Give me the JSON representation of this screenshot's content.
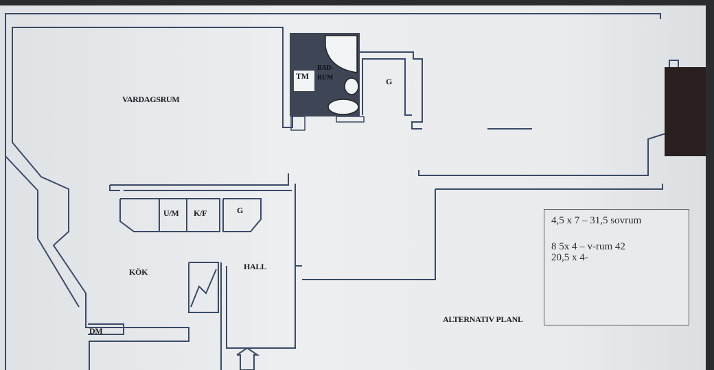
{
  "rooms": {
    "living_room": "VARDAGSRUM",
    "laundry": "TM",
    "bathroom_line1": "BAD-",
    "bathroom_line2": "RUM",
    "closet_1": "G",
    "closet_2": "G",
    "cabinet_um": "U/M",
    "cabinet_kf": "K/F",
    "kitchen": "KÖK",
    "hall": "HALL",
    "dishwasher": "DM",
    "plan_title": "ALTERNATIV PLANL"
  },
  "note": {
    "line1": "4,5 x 7 – 31,5 sovrum",
    "line2": "8 5x 4 – v-rum 42",
    "line3": "20,5 x 4-"
  }
}
